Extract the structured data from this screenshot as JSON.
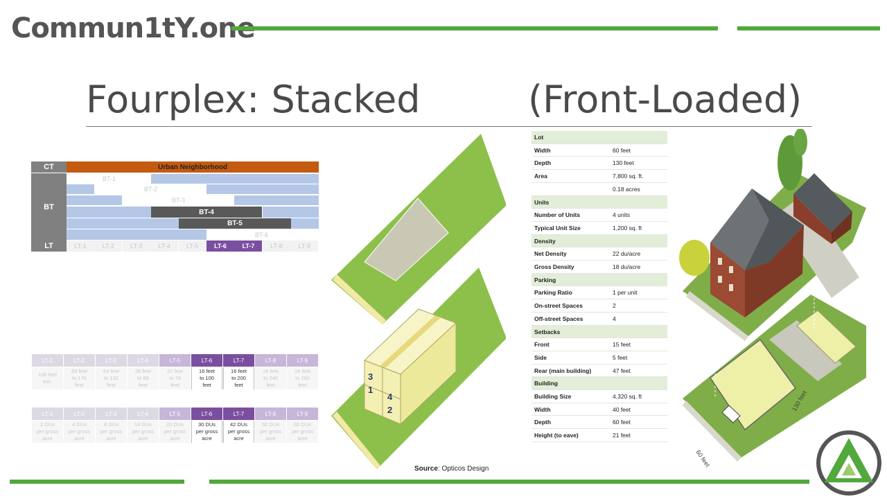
{
  "brand": {
    "name": "Commun1tY.one"
  },
  "title": {
    "left": "Fourplex: Stacked",
    "right": "(Front-Loaded)"
  },
  "transect": {
    "ct_label": "CT",
    "ct_value": "Urban Neighborhood",
    "bt_label": "BT",
    "lt_label": "LT",
    "bt_rows": [
      "BT-1",
      "BT-2",
      "BT-3",
      "BT-4",
      "BT-5",
      "BT-6"
    ],
    "lt_cols": [
      "LT-1",
      "LT-2",
      "LT-3",
      "LT-4",
      "LT-5",
      "LT-6",
      "LT-7",
      "LT-8",
      "LT-9"
    ]
  },
  "lot_width_grid": {
    "headers": [
      "LT-1",
      "LT-2",
      "LT-3",
      "LT-4",
      "LT-5",
      "LT-6",
      "LT-7",
      "LT-8",
      "LT-9"
    ],
    "values": [
      [
        "100 feet",
        "min."
      ],
      [
        "88 feet",
        "to 176",
        "feet"
      ],
      [
        "64 feet",
        "to 132",
        "feet"
      ],
      [
        "36 feet",
        "to 88",
        "feet"
      ],
      [
        "22 feet",
        "to 78",
        "feet"
      ],
      [
        "16 feet",
        "to 100",
        "feet"
      ],
      [
        "16 feet",
        "to 200",
        "feet"
      ],
      [
        "16 feet",
        "to 240",
        "feet"
      ],
      [
        "16 feet",
        "to 260",
        "feet"
      ]
    ]
  },
  "density_grid": {
    "headers": [
      "LT-1",
      "LT-2",
      "LT-3",
      "LT-4",
      "LT-5",
      "LT-6",
      "LT-7",
      "LT-8",
      "LT-9"
    ],
    "values": [
      [
        "2 DUs",
        "per gross",
        "acre"
      ],
      [
        "4 DUs",
        "per gross",
        "acre"
      ],
      [
        "8 DUs",
        "per gross",
        "acre"
      ],
      [
        "14 DUs",
        "per gross",
        "acre"
      ],
      [
        "20 DUs",
        "per gross",
        "acre"
      ],
      [
        "30 DUs",
        "per gross",
        "acre"
      ],
      [
        "42 DUs",
        "per gross",
        "acre"
      ],
      [
        "50 DUs",
        "per gross",
        "acre"
      ],
      [
        "65 DUs",
        "per gross",
        "acre"
      ]
    ]
  },
  "specs": [
    {
      "type": "head",
      "label": "Lot"
    },
    {
      "type": "row",
      "label": "Width",
      "value": "60 feet"
    },
    {
      "type": "row",
      "label": "Depth",
      "value": "130 feet"
    },
    {
      "type": "row",
      "label": "Area",
      "value": "7,800 sq. ft."
    },
    {
      "type": "row",
      "label": "",
      "value": "0.18 acres"
    },
    {
      "type": "head",
      "label": "Units"
    },
    {
      "type": "row",
      "label": "Number of Units",
      "value": "4 units"
    },
    {
      "type": "row",
      "label": "Typical Unit Size",
      "value": "1,200 sq. ft"
    },
    {
      "type": "head",
      "label": "Density"
    },
    {
      "type": "row",
      "label": "Net Density",
      "value": "22 du/acre"
    },
    {
      "type": "row",
      "label": "Gross Density",
      "value": "18 du/acre"
    },
    {
      "type": "head",
      "label": "Parking"
    },
    {
      "type": "row",
      "label": "Parking Ratio",
      "value": "1 per unit"
    },
    {
      "type": "row",
      "label": "On-street Spaces",
      "value": "2"
    },
    {
      "type": "row",
      "label": "Off-street Spaces",
      "value": "4"
    },
    {
      "type": "head",
      "label": "Setbacks"
    },
    {
      "type": "row",
      "label": "Front",
      "value": "15 feet"
    },
    {
      "type": "row",
      "label": "Side",
      "value": "5 feet"
    },
    {
      "type": "row",
      "label": "Rear (main building)",
      "value": "47 feet"
    },
    {
      "type": "head",
      "label": "Building"
    },
    {
      "type": "row",
      "label": "Building Size",
      "value": "4,320 sq. ft"
    },
    {
      "type": "row",
      "label": "Width",
      "value": "40 feet"
    },
    {
      "type": "row",
      "label": "Depth",
      "value": "60 feet"
    },
    {
      "type": "row",
      "label": "Height (to eave)",
      "value": "21 feet"
    }
  ],
  "diagram": {
    "unit_labels": [
      "3",
      "1",
      "4",
      "2"
    ],
    "dim_depth": "130 feet",
    "dim_width": "60 feet"
  },
  "source": {
    "label": "Source",
    "value": ": Opticos Design"
  },
  "colors": {
    "brand_green": "#52a83c",
    "lot_green": "#8dc04a",
    "purple": "#7b4fa0",
    "ct_orange": "#c55a11"
  }
}
